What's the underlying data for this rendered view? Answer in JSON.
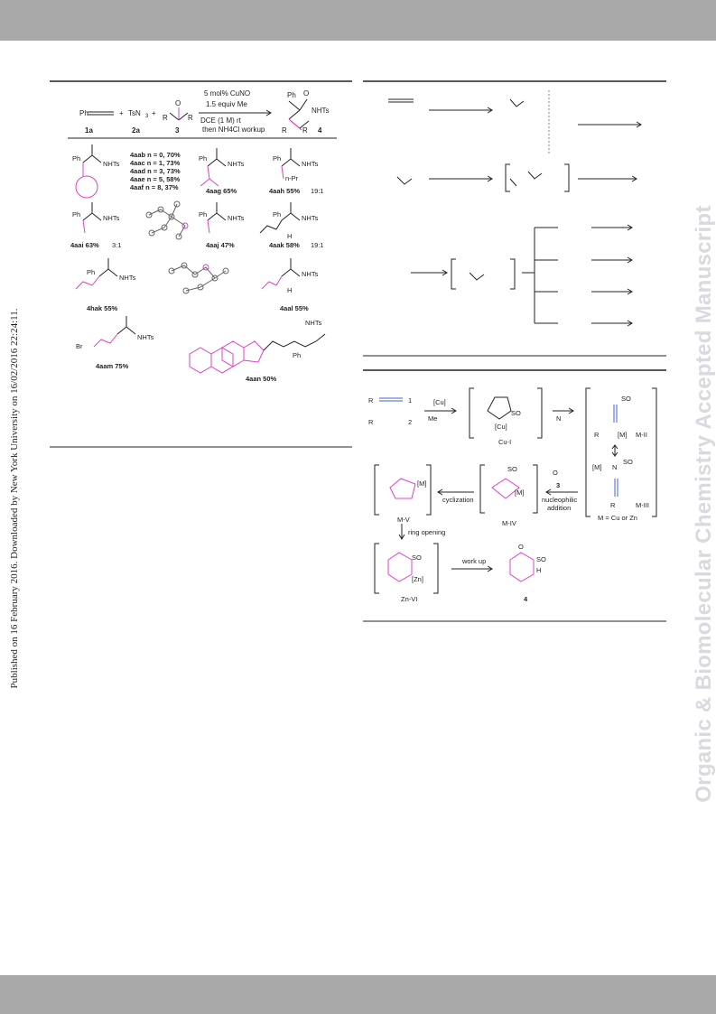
{
  "sidebar": {
    "published": "Published on 16 February 2016. Downloaded by New York University on 16/02/2016 22:24:11.",
    "journal": "Organic & Biomolecular Chemistry Accepted Manuscript"
  },
  "scheme2": {
    "reagents": {
      "ph": "Ph",
      "plus": "+",
      "tsn3": "TsN",
      "n3sub": "3",
      "r1": "R",
      "r2": "R",
      "o": "O",
      "cond1": "5 mol% CuNO",
      "cond2": "1.5 equiv Me",
      "cond3": "DCE (1 M) rt",
      "cond4": "then NH4Cl workup",
      "lbl_1a": "1a",
      "lbl_2a": "2a",
      "lbl_3": "3",
      "lbl_4": "4",
      "nhts": "NHTs"
    },
    "products": {
      "nhts": "NHTs",
      "list": [
        "4aab n = 0, 70%",
        "4aac n = 1, 73%",
        "4aad n = 3, 73%",
        "4aae n = 5, 58%",
        "4aaf n = 8, 37%"
      ],
      "aag": "4aag 65%",
      "aah": "4aah 55%",
      "aah_ratio": "19:1",
      "npr": "n-Pr",
      "aai": "4aai 63%",
      "aai_ratio": "3:1",
      "aaj": "4aaj 47%",
      "aak1": "4aak 58%",
      "aak1_ratio": "19:1",
      "aak2": "4hak 55%",
      "aal": "4aal 55%",
      "aam": "4aam 75%",
      "aan": "4aan 50%",
      "br": "Br",
      "h": "H",
      "n": "n"
    }
  },
  "mech": {
    "r1": "R",
    "one": "1",
    "two": "2",
    "tsn3": "R",
    "so2n3": "SO",
    "cu": "[Cu]",
    "me2zn": "Me",
    "cui": "Cu-I",
    "n2": "N",
    "mii": "M-II",
    "m": "[M]",
    "miii": "M-III",
    "m_def": "M = Cu or Zn",
    "three": "3",
    "nucleo1": "nucleophilic",
    "nucleo2": "addition",
    "miv": "M-IV",
    "cyclization": "cyclization",
    "mv": "M-V",
    "ring_opening": "ring opening",
    "znvi": "Zn-VI",
    "workup": "work up",
    "four": "4",
    "zn": "[Zn]",
    "so2r2": "SO",
    "h": "H",
    "o": "O",
    "n": "N"
  },
  "colors": {
    "band": "#a8a8a8",
    "magenta": "#e040c8",
    "watermark": "#d9d9df"
  }
}
